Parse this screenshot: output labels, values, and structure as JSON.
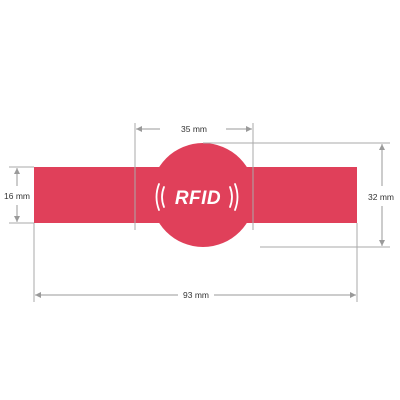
{
  "wristband": {
    "logo_text": "RFID",
    "band_color": "#e0405a",
    "logo_color": "#ffffff"
  },
  "dimensions": {
    "chip_diameter": "35 mm",
    "band_height": "16 mm",
    "chip_height": "32 mm",
    "overall_length": "93 mm",
    "line_color": "#aaaaaa"
  }
}
